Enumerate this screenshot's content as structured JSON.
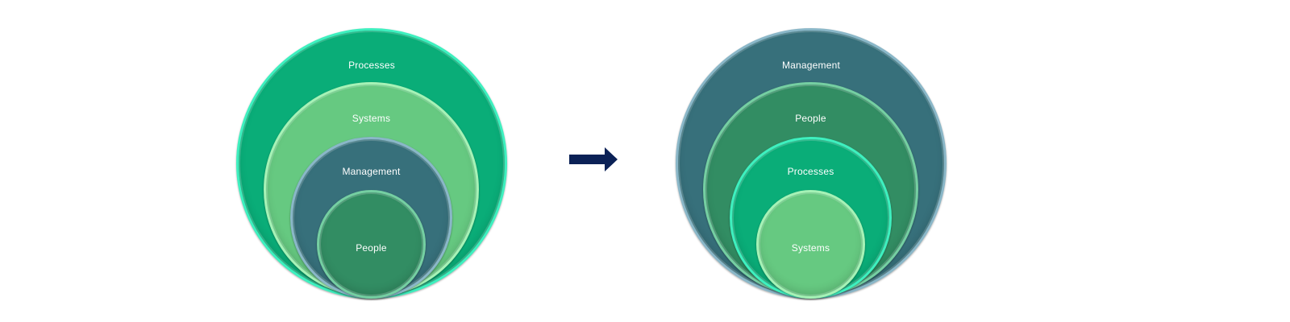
{
  "diagram_left": {
    "rings": [
      {
        "label": "Processes",
        "color": "#0aad78",
        "rim": "#3ef0bf"
      },
      {
        "label": "Systems",
        "color": "#66c981",
        "rim": "#a6f2b6"
      },
      {
        "label": "Management",
        "color": "#37707b",
        "rim": "#8ab7c8"
      },
      {
        "label": "People",
        "color": "#328d63",
        "rim": "#75cfa2"
      }
    ]
  },
  "diagram_right": {
    "rings": [
      {
        "label": "Management",
        "color": "#37707b",
        "rim": "#8ab7c8"
      },
      {
        "label": "People",
        "color": "#328d63",
        "rim": "#75cfa2"
      },
      {
        "label": "Processes",
        "color": "#0aad78",
        "rim": "#3ef0bf"
      },
      {
        "label": "Systems",
        "color": "#66c981",
        "rim": "#a6f2b6"
      }
    ]
  },
  "arrow": {
    "color": "#0b2156"
  }
}
